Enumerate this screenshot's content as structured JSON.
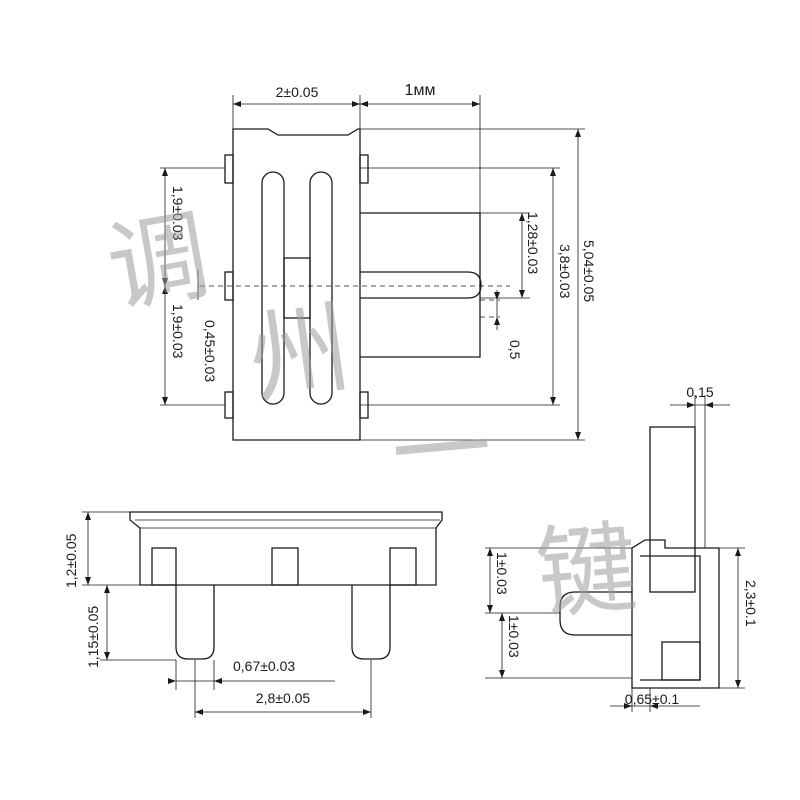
{
  "top_view": {
    "width_label": "2±0.05",
    "actuator_label": "1мм",
    "pitch_upper_label": "1,9±0.03",
    "pitch_lower_label": "1,9±0.03",
    "lug_label": "0,45±0.03",
    "actuator_width_label": "1,28±0.03",
    "actuator_gap_label": "0,5",
    "slot_span_label": "3,8±0.03",
    "overall_label": "5,04±0.05"
  },
  "front_view": {
    "body_height_label": "1,2±0.05",
    "pin_length_label": "1,15±0.05",
    "pin_width_label": "0,67±0.03",
    "pin_pitch_label": "2,8±0.05"
  },
  "side_view": {
    "wall_label": "0,15",
    "upper_label": "1±0.03",
    "lower_label": "1±0.03",
    "height_label": "2,3±0.1",
    "base_label": "0,65±0.1"
  },
  "watermark": [
    "调",
    "州",
    "一",
    "键"
  ]
}
